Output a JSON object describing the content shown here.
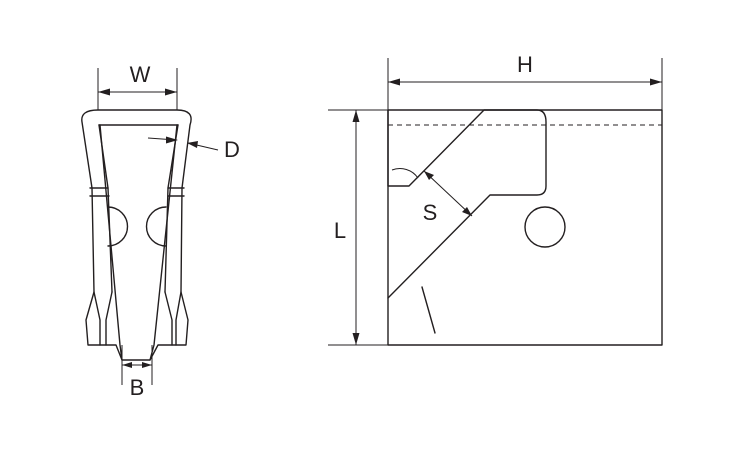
{
  "diagram": {
    "labels": {
      "width": "W",
      "thickness": "D",
      "bottom_gap": "B",
      "height": "H",
      "length": "L",
      "spacing": "S"
    },
    "colors": {
      "line": "#231f20",
      "background": "#ffffff"
    }
  }
}
